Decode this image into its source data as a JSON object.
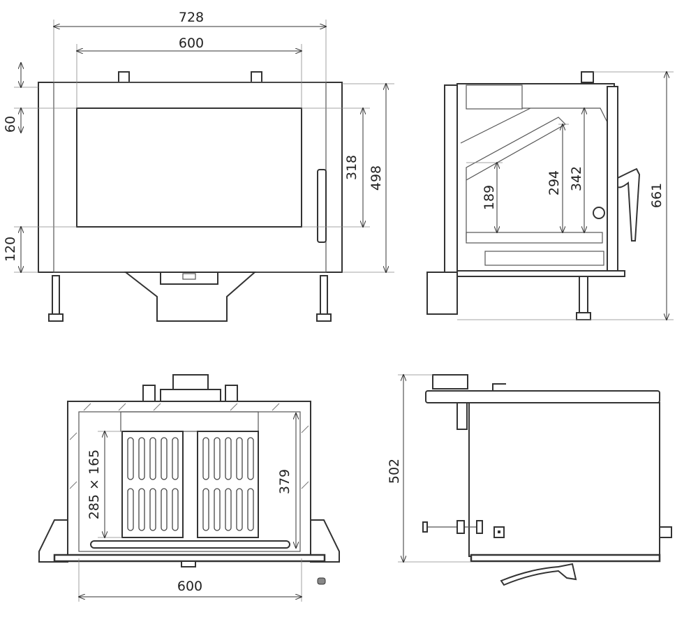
{
  "front_view": {
    "width_overall": "728",
    "width_glass": "600",
    "top_offset": "60",
    "bottom_offset": "120",
    "glass_height": "318",
    "height_body": "498"
  },
  "side_view": {
    "firebox_rear_height": "189",
    "firebox_front_height": "294",
    "baffle_height": "342",
    "height_overall": "661"
  },
  "top_view": {
    "grate_size": "285 × 165",
    "depth": "379",
    "width": "600"
  },
  "side_view_2": {
    "depth_overall": "502"
  }
}
